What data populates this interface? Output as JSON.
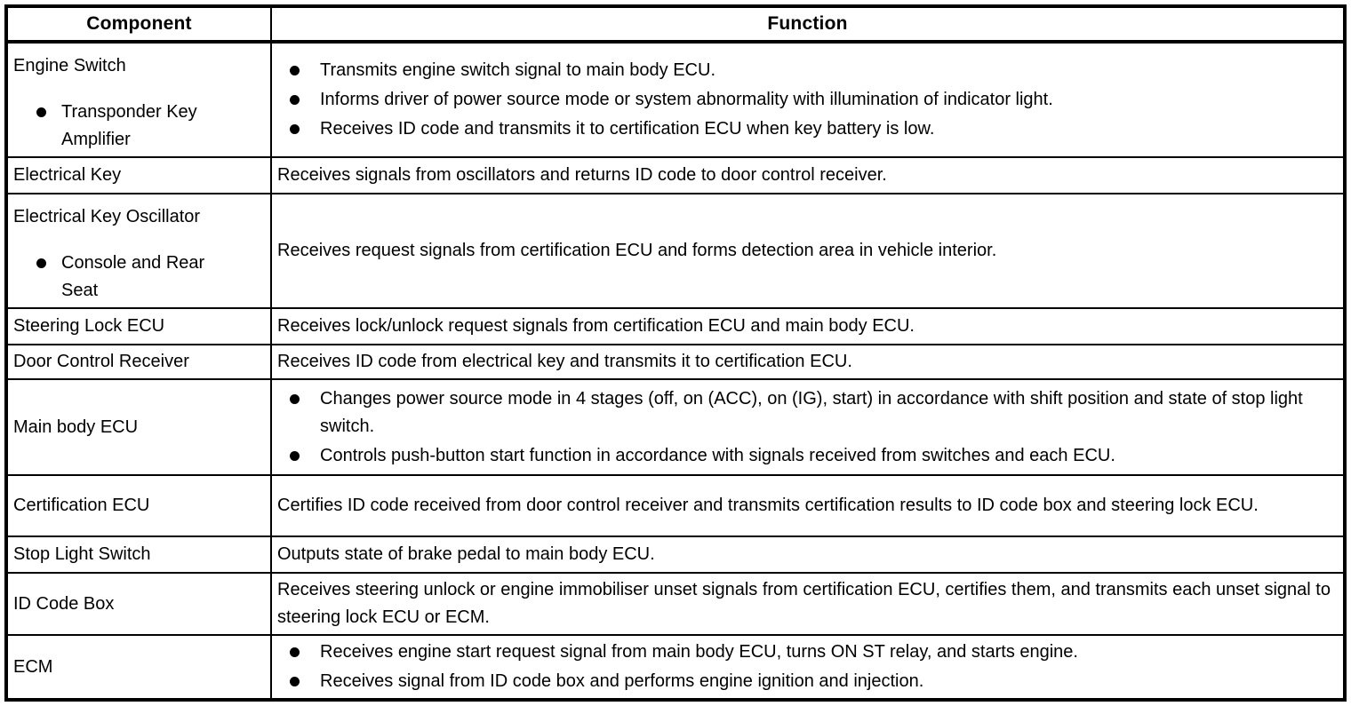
{
  "page": {
    "background_color": "#ffffff",
    "border_color": "#000000",
    "text_color": "#000000"
  },
  "table": {
    "headers": [
      "Component",
      "Function"
    ],
    "rows": [
      {
        "component": {
          "title": "Engine Switch",
          "bullets": [
            "Transponder Key Amplifier"
          ]
        },
        "function": {
          "bullets": [
            "Transmits engine switch signal to main body ECU.",
            "Informs driver of power source mode or system abnormality with illumination of indicator light.",
            "Receives ID code and transmits it to certification ECU when key battery is low."
          ]
        }
      },
      {
        "component": {
          "title": "Electrical Key"
        },
        "function": {
          "text": "Receives signals from oscillators and returns ID code to door control receiver."
        }
      },
      {
        "component": {
          "title": "Electrical Key Oscillator",
          "bullets": [
            "Console and Rear Seat"
          ]
        },
        "function": {
          "text": "Receives request signals from certification ECU and forms detection area in vehicle interior."
        }
      },
      {
        "component": {
          "title": "Steering Lock ECU"
        },
        "function": {
          "text": "Receives lock/unlock request signals from certification ECU and main body ECU."
        }
      },
      {
        "component": {
          "title": "Door Control Receiver"
        },
        "function": {
          "text": "Receives ID code from electrical key and transmits it to certification ECU."
        }
      },
      {
        "component": {
          "title": "Main body ECU"
        },
        "function": {
          "bullets": [
            "Changes power source mode in 4 stages (off, on (ACC), on (IG), start) in accordance with shift position and state of stop light switch.",
            "Controls push-button start function in accordance with signals received from switches and each ECU."
          ]
        }
      },
      {
        "component": {
          "title": "Certification ECU"
        },
        "function": {
          "text": "Certifies ID code received from door control receiver and transmits certification results to ID code box and steering lock ECU."
        }
      },
      {
        "component": {
          "title": "Stop Light Switch"
        },
        "function": {
          "text": "Outputs state of brake pedal to main body ECU."
        }
      },
      {
        "component": {
          "title": "ID Code Box"
        },
        "function": {
          "text": "Receives steering unlock or engine immobiliser unset signals from certification ECU, certifies them, and transmits each unset signal to steering lock ECU or ECM."
        }
      },
      {
        "component": {
          "title": "ECM"
        },
        "function": {
          "bullets": [
            "Receives engine start request signal from main body ECU, turns ON ST relay, and starts engine.",
            "Receives signal from ID code box and performs engine ignition and injection."
          ]
        }
      }
    ]
  }
}
